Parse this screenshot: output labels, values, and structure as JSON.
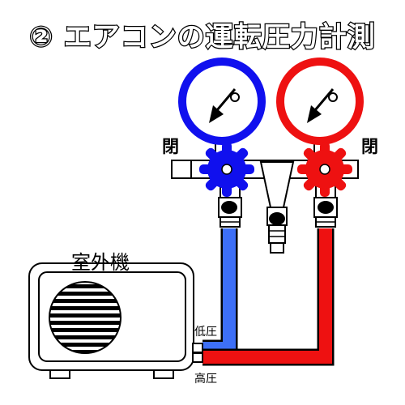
{
  "title": "② エアコンの運転圧力計測",
  "labels": {
    "closed_left": "閉",
    "closed_right": "閉",
    "outdoor_unit": "室外機",
    "low_pressure": "低圧",
    "high_pressure": "高圧"
  },
  "colors": {
    "low_side": "#1010ee",
    "low_hose": "#3d6ff7",
    "high_side": "#ee1111",
    "outline": "#000000",
    "manifold_fill": "#ffffff"
  },
  "icons": [
    "needle-arrow-icon",
    "handwheel-icon",
    "fan-grille-icon"
  ]
}
